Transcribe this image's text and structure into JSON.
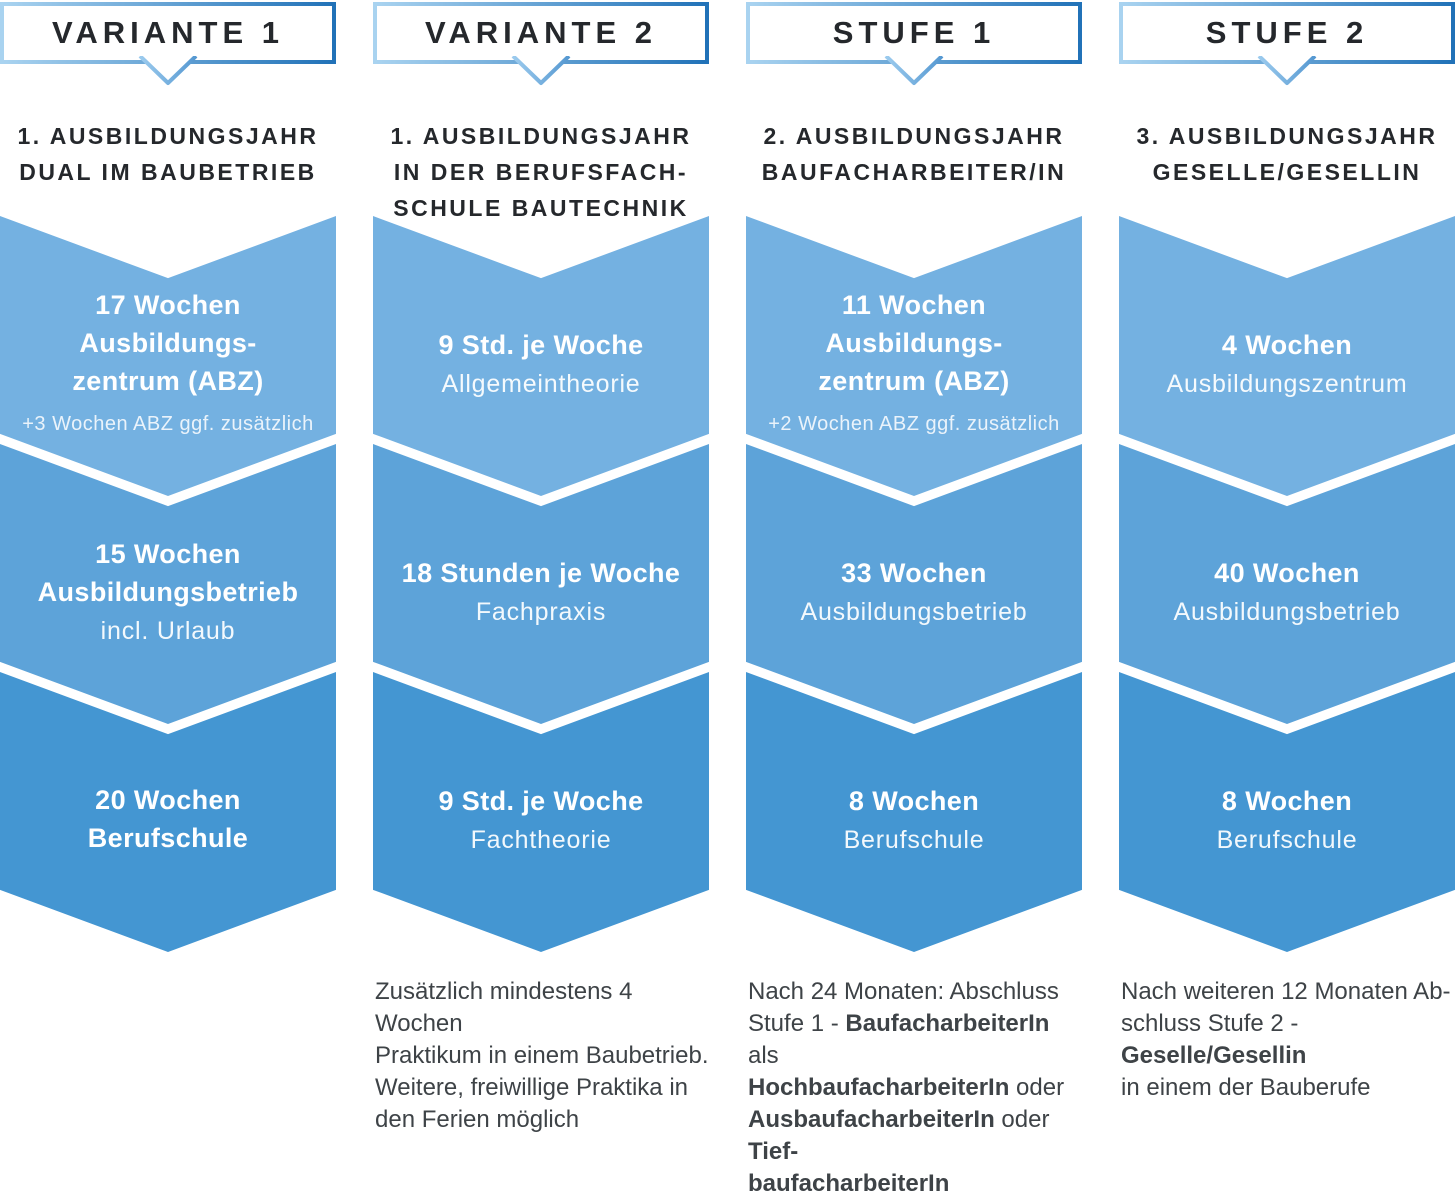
{
  "palette": {
    "chevron_row1": "#74b1e1",
    "chevron_row2": "#5da3d9",
    "chevron_row3": "#4496d2",
    "header_border_gradient_start": "#a9d3f0",
    "header_border_gradient_end": "#2172b8",
    "heading_text": "#25282c",
    "footnote_text": "#3e4347",
    "chevron_text": "#ffffff"
  },
  "columns": [
    {
      "header": "VARIANTE 1",
      "title_lines": [
        "1. AUSBILDUNGSJAHR",
        "DUAL IM BAUBETRIEB"
      ],
      "chevrons": [
        {
          "main_lines": [
            "17 Wochen Ausbildungs-",
            "zentrum (ABZ)"
          ],
          "sub": "+3 Wochen ABZ ggf. zusätzlich"
        },
        {
          "main_lines": [
            "15 Wochen",
            "Ausbildungsbetrieb"
          ],
          "sub": "incl. Urlaub"
        },
        {
          "main_lines": [
            "20 Wochen",
            "Berufschule"
          ],
          "sub": ""
        }
      ],
      "footnote_segments": []
    },
    {
      "header": "VARIANTE 2",
      "title_lines": [
        "1. AUSBILDUNGSJAHR",
        "IN DER BERUFSFACH-",
        "SCHULE BAUTECHNIK"
      ],
      "chevrons": [
        {
          "main_lines": [
            "9 Std. je Woche"
          ],
          "sub": "Allgemeintheorie"
        },
        {
          "main_lines": [
            "18 Stunden je Woche"
          ],
          "sub": "Fachpraxis"
        },
        {
          "main_lines": [
            "9 Std. je Woche"
          ],
          "sub": "Fachtheorie"
        }
      ],
      "footnote_segments": [
        {
          "t": "Zusätzlich mindestens 4 Wochen"
        },
        {
          "br": true
        },
        {
          "t": "Praktikum in einem Baubetrieb."
        },
        {
          "br": true
        },
        {
          "t": "Weitere, freiwillige Praktika in"
        },
        {
          "br": true
        },
        {
          "t": "den Ferien möglich"
        }
      ]
    },
    {
      "header": "STUFE 1",
      "title_lines": [
        "2. AUSBILDUNGSJAHR",
        "BAUFACHARBEITER/IN"
      ],
      "chevrons": [
        {
          "main_lines": [
            "11 Wochen Ausbildungs-",
            "zentrum (ABZ)"
          ],
          "sub": "+2 Wochen ABZ ggf. zusätzlich"
        },
        {
          "main_lines": [
            "33 Wochen"
          ],
          "sub": "Ausbildungsbetrieb"
        },
        {
          "main_lines": [
            "8 Wochen"
          ],
          "sub": "Berufschule"
        }
      ],
      "footnote_segments": [
        {
          "t": "Nach 24 Monaten: Abschluss"
        },
        {
          "br": true
        },
        {
          "t": "Stufe 1 - "
        },
        {
          "t": "BaufacharbeiterIn",
          "b": true
        },
        {
          "t": " als"
        },
        {
          "br": true
        },
        {
          "t": "HochbaufacharbeiterIn",
          "b": true
        },
        {
          "t": " oder"
        },
        {
          "br": true
        },
        {
          "t": "AusbaufacharbeiterIn",
          "b": true
        },
        {
          "t": " oder "
        },
        {
          "t": "Tief-",
          "b": true
        },
        {
          "br": true
        },
        {
          "t": "baufacharbeiterIn",
          "b": true
        }
      ]
    },
    {
      "header": "STUFE 2",
      "title_lines": [
        "3. AUSBILDUNGSJAHR",
        "GESELLE/GESELLIN"
      ],
      "chevrons": [
        {
          "main_lines": [
            "4 Wochen"
          ],
          "sub": "Ausbildungszentrum"
        },
        {
          "main_lines": [
            "40 Wochen"
          ],
          "sub": "Ausbildungsbetrieb"
        },
        {
          "main_lines": [
            "8 Wochen"
          ],
          "sub": "Berufschule"
        }
      ],
      "footnote_segments": [
        {
          "t": "Nach weiteren 12 Monaten Ab-"
        },
        {
          "br": true
        },
        {
          "t": "schluss Stufe 2 - "
        },
        {
          "t": "Geselle/Gesellin",
          "b": true
        },
        {
          "br": true
        },
        {
          "t": "in einem der Bauberufe"
        }
      ]
    }
  ]
}
